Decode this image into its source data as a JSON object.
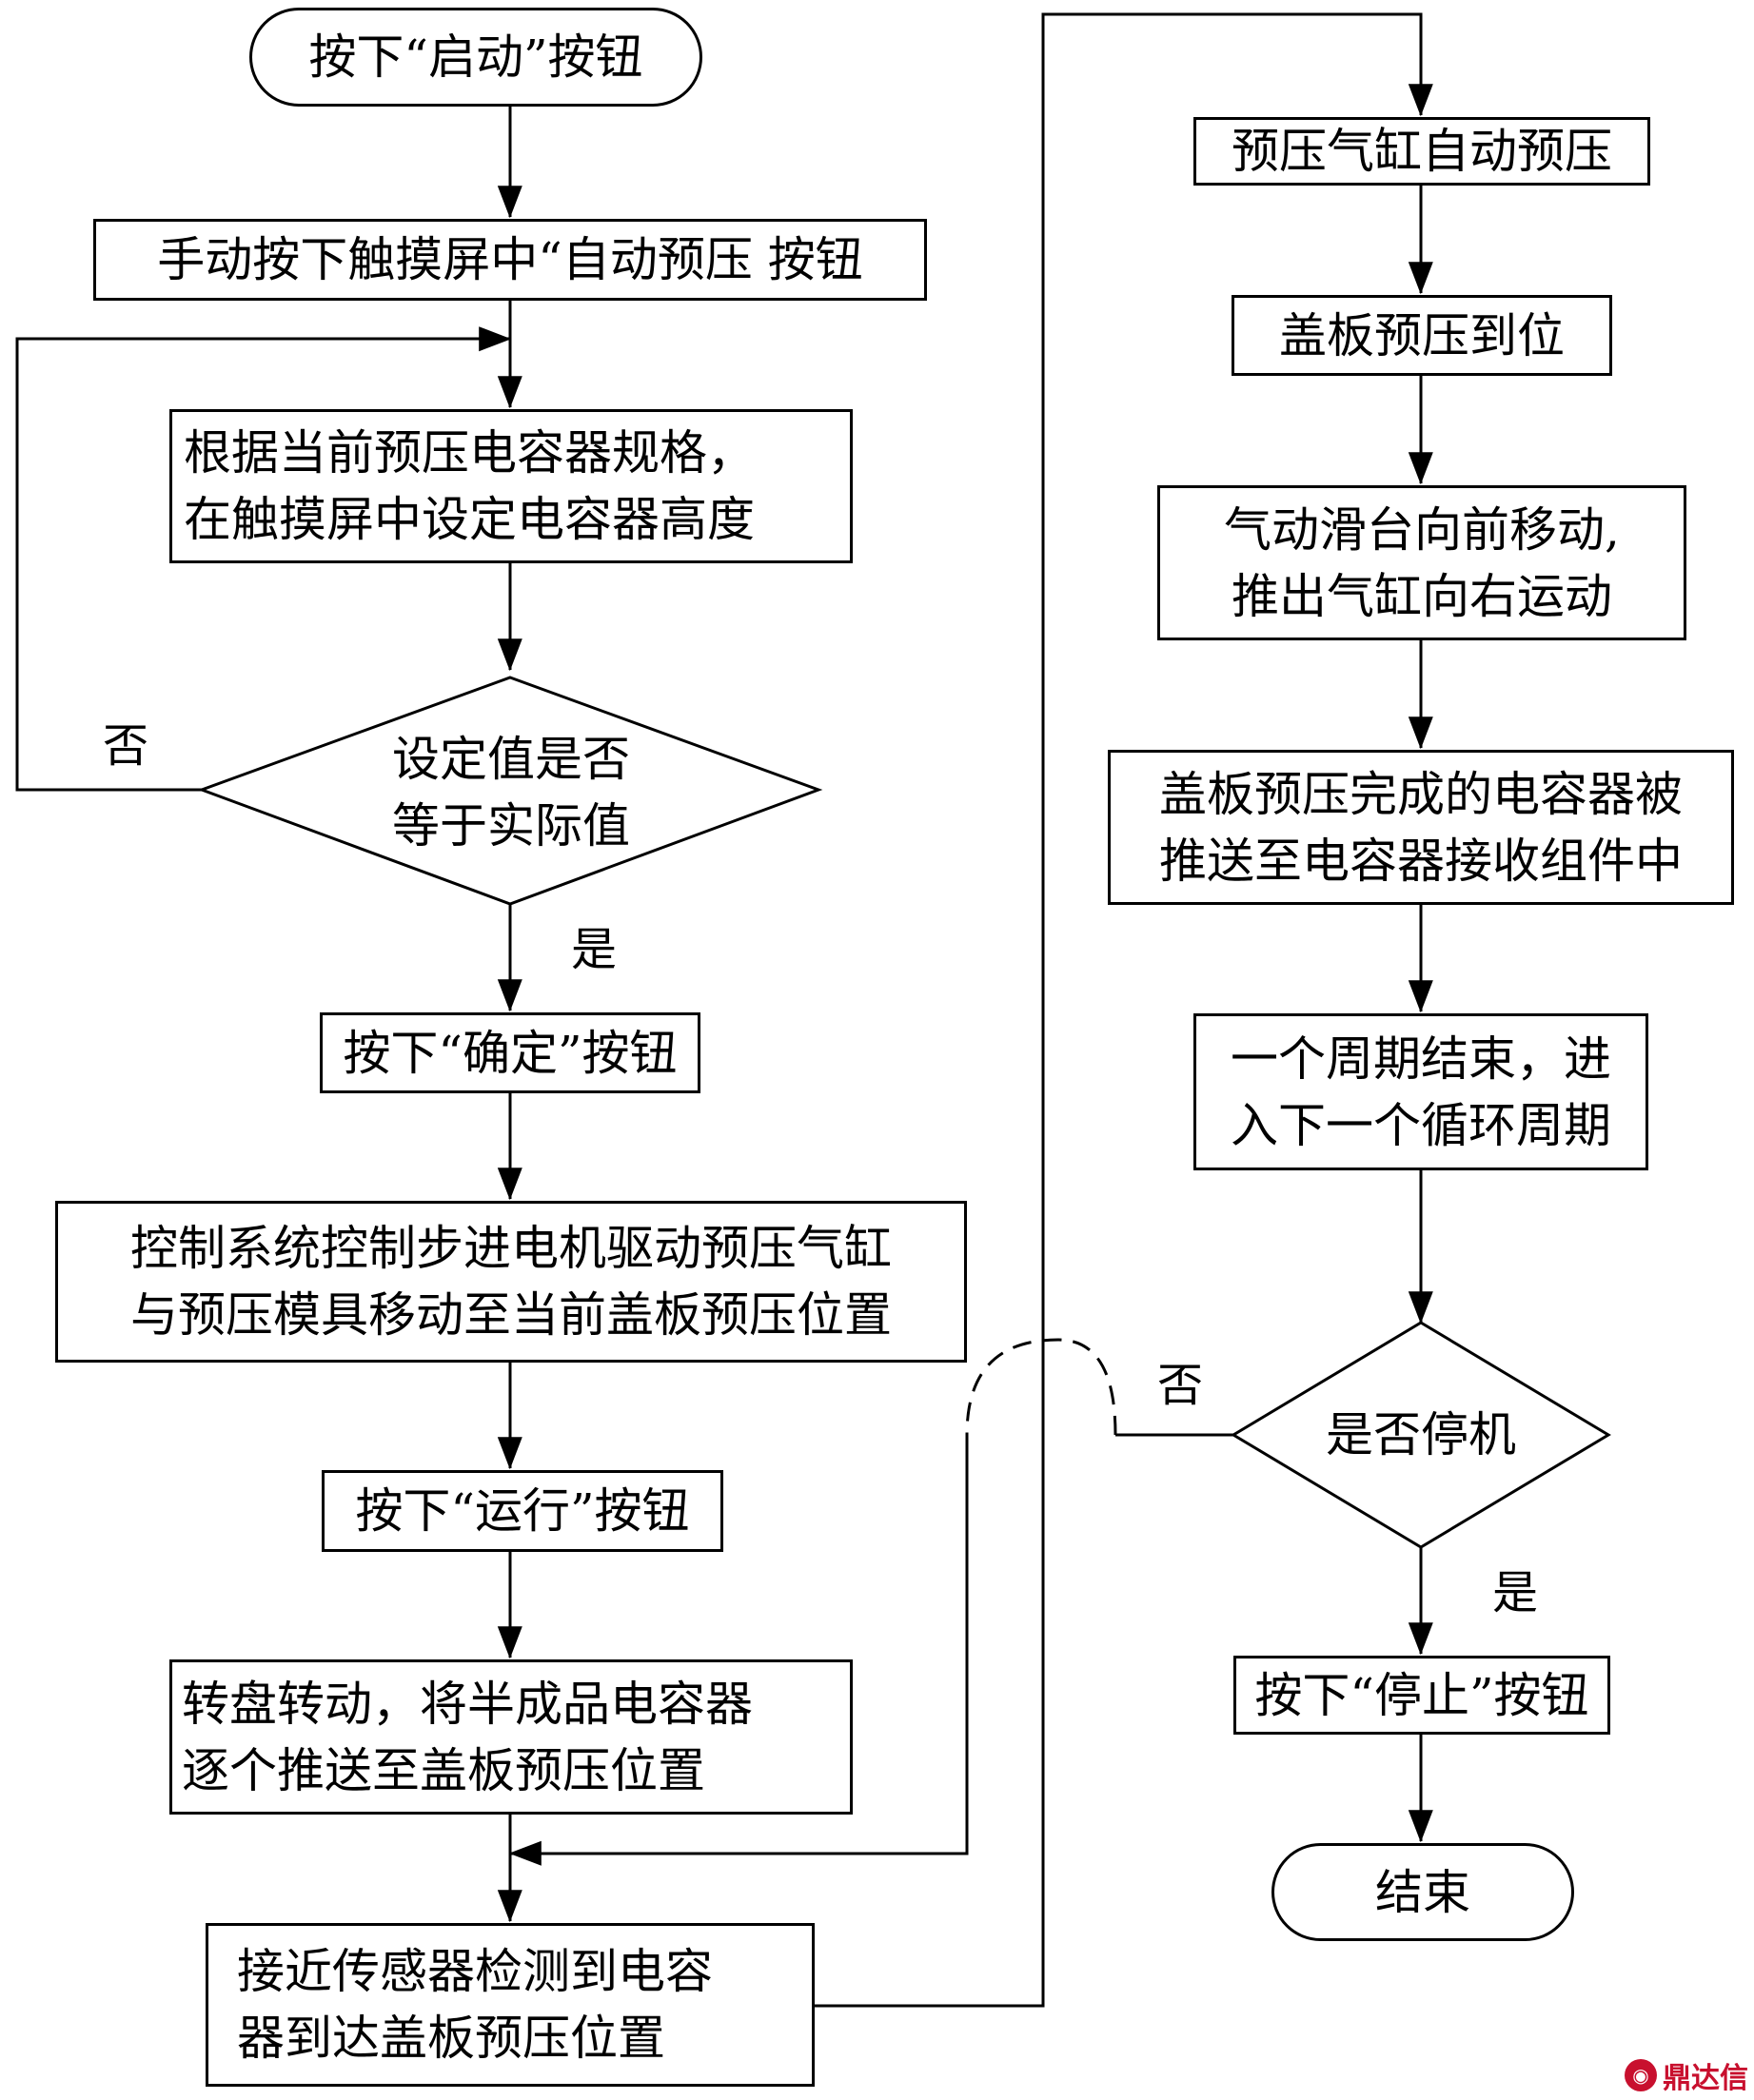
{
  "nodes": {
    "start": [
      "按下“启动”按钮"
    ],
    "touch_auto": [
      "手动按下触摸屏中“自动预压  按钮"
    ],
    "set_height": [
      "根据当前预压电容器规格，",
      "在触摸屏中设定电容器高度"
    ],
    "check_value": [
      "设定值是否",
      "等于实际值"
    ],
    "press_confirm": [
      "按下“确定”按钮"
    ],
    "control_motor": [
      "控制系统控制步进电机驱动预压气缸",
      "与预压模具移动至当前盖板预压位置"
    ],
    "press_run": [
      "按下“运行”按钮"
    ],
    "turntable": [
      "转盘转动，将半成品电容器",
      "逐个推送至盖板预压位置"
    ],
    "sensor_detect": [
      "接近传感器检测到电容",
      "器到达盖板预压位置"
    ],
    "auto_prepress": [
      "预压气缸自动预压"
    ],
    "cover_in_place": [
      "盖板预压到位"
    ],
    "slide_forward": [
      "气动滑台向前移动,",
      "推出气缸向右运动"
    ],
    "push_receive": [
      "盖板预压完成的电容器被",
      "推送至电容器接收组件中"
    ],
    "cycle_end": [
      "一个周期结束，进",
      "入下一个循环周期"
    ],
    "check_stop": [
      "是否停机"
    ],
    "press_stop": [
      "按下“停止”按钮"
    ],
    "end": [
      "结束"
    ]
  },
  "edge_labels": {
    "no_value": "否",
    "yes_value": "是",
    "no_stop": "否",
    "yes_stop": "是"
  },
  "watermark": "鼎达信",
  "colors": {
    "line": "#000000",
    "background": "#ffffff",
    "watermark": "#c8102e"
  }
}
